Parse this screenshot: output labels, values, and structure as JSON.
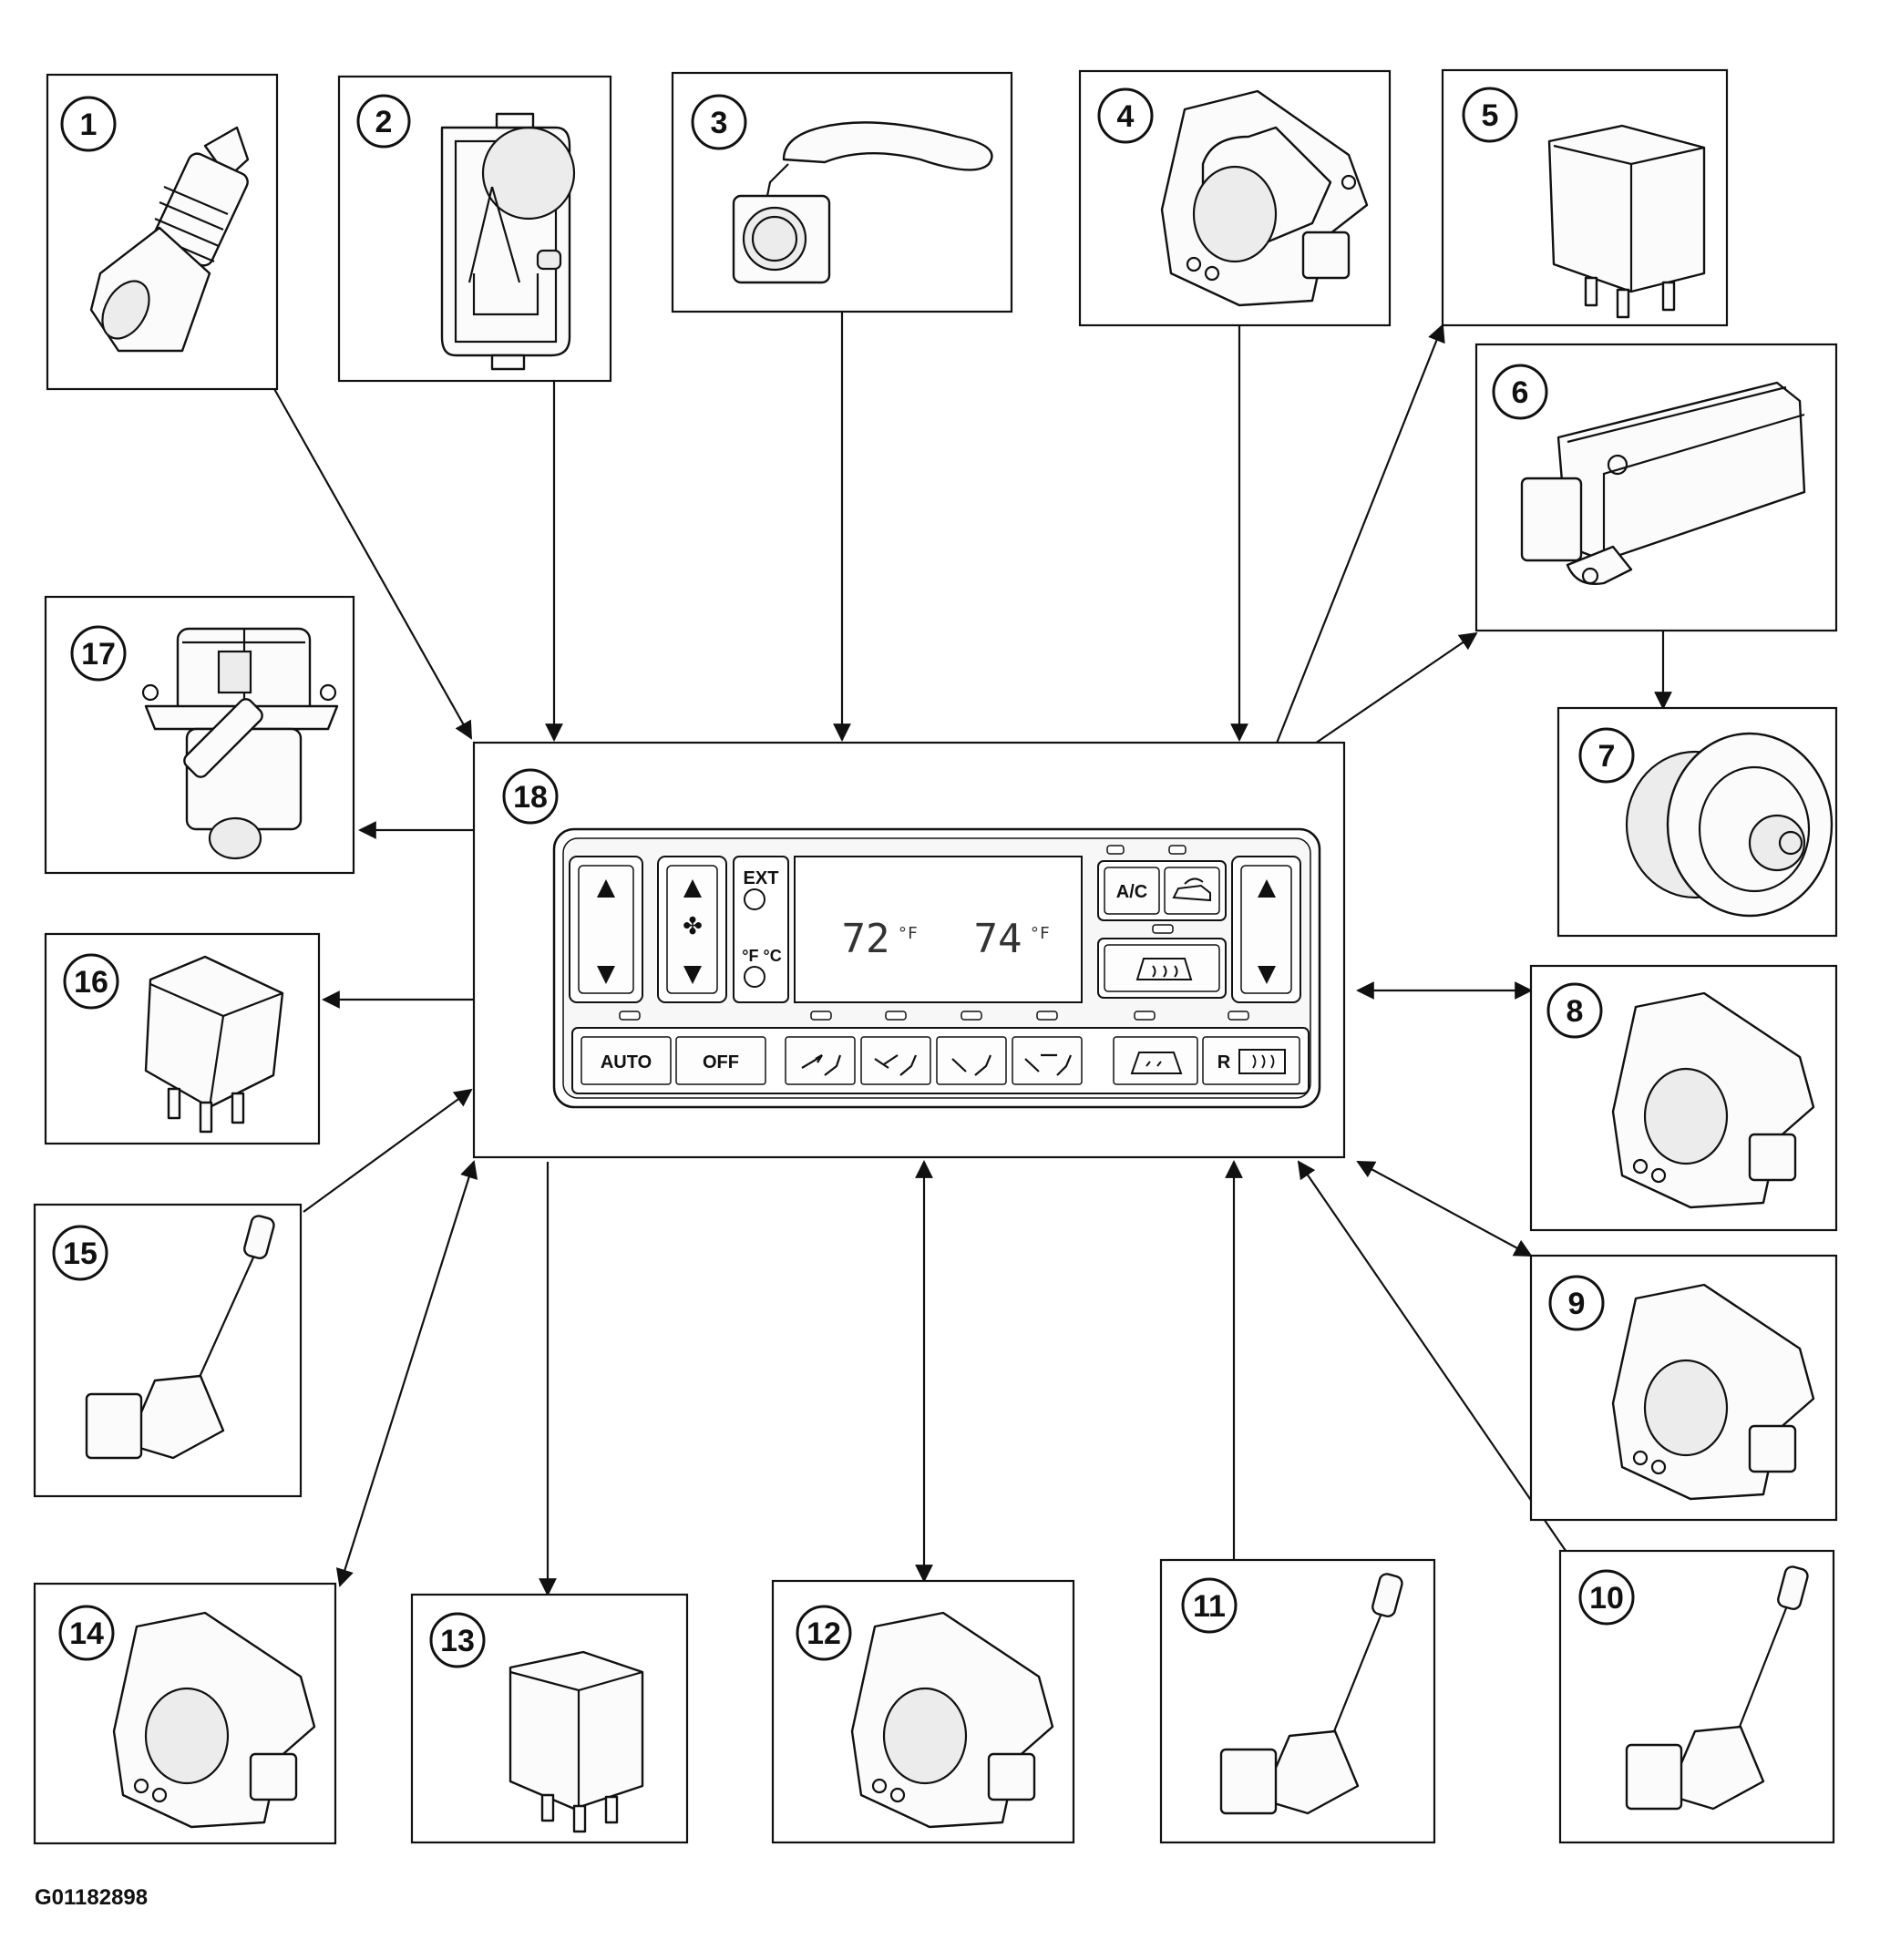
{
  "figure_id": "G01182898",
  "components": [
    {
      "number": "1"
    },
    {
      "number": "2"
    },
    {
      "number": "3"
    },
    {
      "number": "4"
    },
    {
      "number": "5"
    },
    {
      "number": "6"
    },
    {
      "number": "7"
    },
    {
      "number": "8"
    },
    {
      "number": "9"
    },
    {
      "number": "10"
    },
    {
      "number": "11"
    },
    {
      "number": "12"
    },
    {
      "number": "13"
    },
    {
      "number": "14"
    },
    {
      "number": "15"
    },
    {
      "number": "16"
    },
    {
      "number": "17"
    },
    {
      "number": "18"
    }
  ],
  "control_panel": {
    "ext_label": "EXT",
    "f_c_label": "°F °C",
    "temp_left": "72",
    "temp_right": "74",
    "temp_unit": "°F",
    "ac_label": "A/C",
    "auto_label": "AUTO",
    "off_label": "OFF",
    "rear_label": "R"
  }
}
